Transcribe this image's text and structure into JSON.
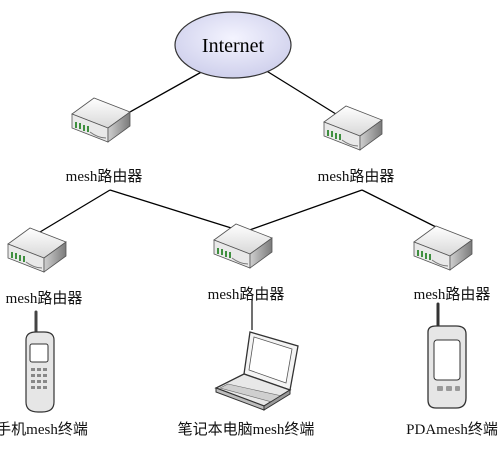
{
  "cloud": {
    "label": "Internet"
  },
  "routers": [
    {
      "id": "r1",
      "label": "mesh路由器"
    },
    {
      "id": "r2",
      "label": "mesh路由器"
    },
    {
      "id": "r3",
      "label": "mesh路由器"
    },
    {
      "id": "r4",
      "label": "mesh路由器"
    },
    {
      "id": "r5",
      "label": "mesh路由器"
    }
  ],
  "terminals": [
    {
      "id": "phone",
      "label": "手机mesh终端",
      "icon": "mobile-phone-icon"
    },
    {
      "id": "laptop",
      "label": "笔记本电脑mesh终端",
      "icon": "laptop-icon"
    },
    {
      "id": "pda",
      "label": "PDAmesh终端",
      "icon": "pda-icon"
    }
  ],
  "colors": {
    "cloud_fill": "#dcdcf2",
    "router_body": "#f2f2f2",
    "router_shadow": "#9a9a9a",
    "router_leds": "#4aa04a"
  }
}
